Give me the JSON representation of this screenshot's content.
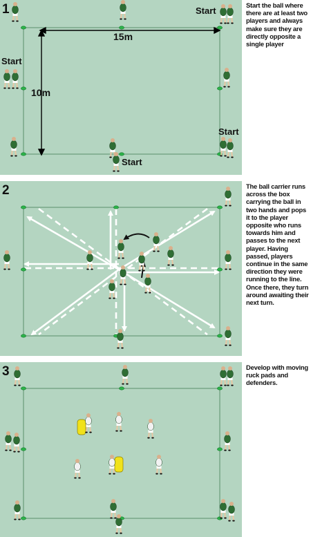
{
  "panels": [
    {
      "number": "1",
      "caption": "Start the ball where there are at least two players and always make sure they are directly opposite a single player",
      "start_label": "Start",
      "width_label": "15m",
      "height_label": "10m"
    },
    {
      "number": "2",
      "caption": "The ball carrier runs across the box carrying the ball in two hands and pops it to the player opposite who runs towards him and passes to the next player. Having passed, players continue in the same direction they were running to the line. Once there, they turn around awaiting their next turn."
    },
    {
      "number": "3",
      "caption": "Develop with moving ruck pads and defenders."
    }
  ],
  "colors": {
    "field": "#b4d5c1",
    "team_green": "#2f6e34",
    "defender_white": "#f2f2f2",
    "ruck_pad": "#f1e21b",
    "cone": "#2db34a"
  },
  "icons": [
    "player-icon",
    "cone-icon",
    "ruck-pad-icon",
    "run-arrow-icon",
    "pass-arrow-icon"
  ]
}
